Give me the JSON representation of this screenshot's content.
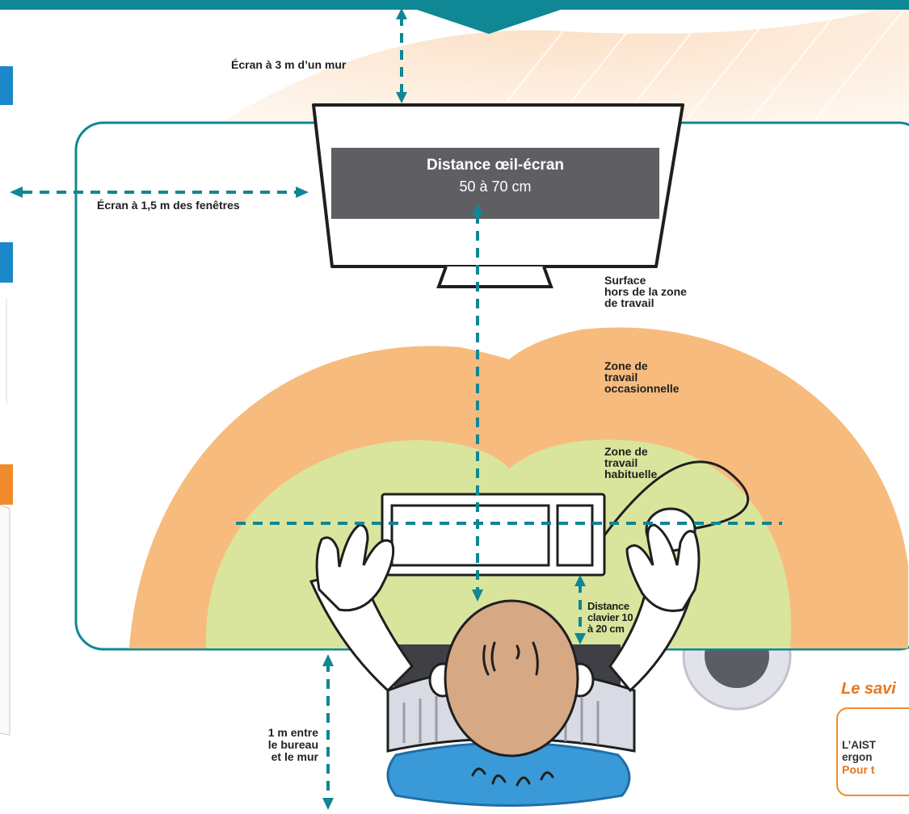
{
  "labels": {
    "wall_distance": "Écran à 3 m d’un mur",
    "window_distance": "Écran à 1,5 m des fenêtres",
    "eye_screen_title": "Distance œil-écran",
    "eye_screen_value": "50 à 70 cm",
    "surface_outside": [
      "Surface",
      "hors de la zone",
      "de travail"
    ],
    "zone_occasional": [
      "Zone de",
      "travail",
      "occasionnelle"
    ],
    "zone_habitual": [
      "Zone de",
      "travail",
      "habituelle"
    ],
    "keyboard_distance": [
      "Distance",
      "clavier 10",
      "à 20 cm"
    ],
    "desk_wall": [
      "1 m entre",
      "le bureau",
      "et le mur"
    ]
  },
  "sidebar": {
    "heading": "Le savi",
    "text_line1": "L’AIST",
    "text_line2": "ergon",
    "link": "Pour t"
  },
  "colors": {
    "teal": "#0f8794",
    "orange_zone": "#f7bb7e",
    "green_zone": "#d9e59c",
    "screen": "#5f5f63",
    "accent_orange": "#e8761f",
    "blue_tab": "#1a88c9",
    "orange_tab": "#f08a2a"
  }
}
